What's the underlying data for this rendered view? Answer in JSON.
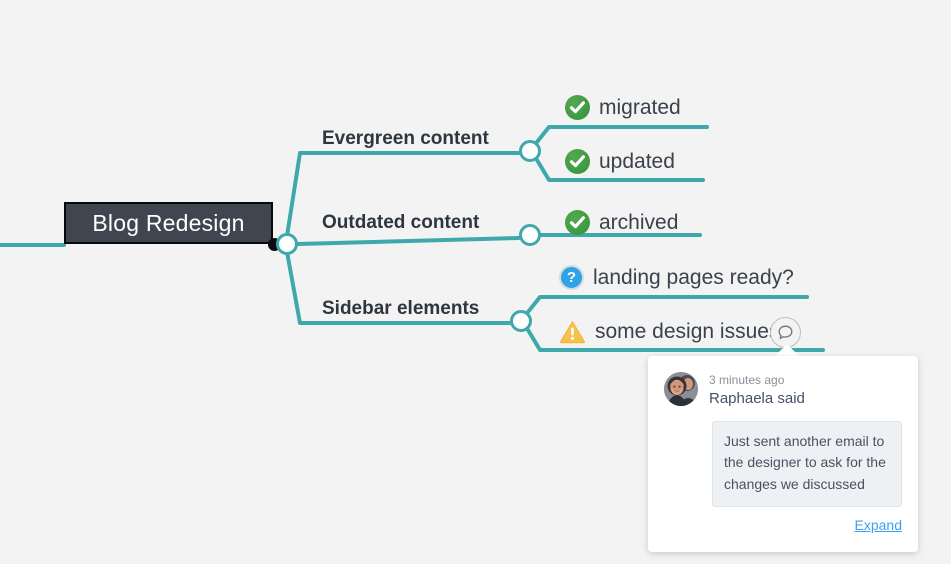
{
  "theme": {
    "canvas_bg": "#f2f3f2",
    "branch_color": "#3fa8ab",
    "root_bg": "#3f464f",
    "root_text": "#ffffff",
    "label_text": "#2f3640",
    "link_color": "#3d9ff0",
    "check_green": "#3c9a3f",
    "question_blue": "#2fa3e8",
    "warning_amber": "#f7c14b"
  },
  "mindmap": {
    "root": {
      "label": "Blog Redesign"
    },
    "branches": [
      {
        "label": "Evergreen content",
        "children": [
          {
            "label": "migrated",
            "icon": "check-circle-icon",
            "status": "done"
          },
          {
            "label": "updated",
            "icon": "check-circle-icon",
            "status": "done"
          }
        ]
      },
      {
        "label": "Outdated content",
        "children": [
          {
            "label": "archived",
            "icon": "check-circle-icon",
            "status": "done"
          }
        ]
      },
      {
        "label": "Sidebar elements",
        "children": [
          {
            "label": "landing pages ready?",
            "icon": "question-circle-icon",
            "status": "question"
          },
          {
            "label": "some design issues",
            "icon": "warning-triangle-icon",
            "status": "warning",
            "has_comment": true
          }
        ]
      }
    ]
  },
  "comment_popup": {
    "time": "3 minutes ago",
    "author": "Raphaela said",
    "body": "Just sent another email to the designer to ask for the changes we discussed",
    "expand_label": "Expand",
    "marker_icon": "comment-bubble-icon",
    "avatar_icon": "user-avatar-photo"
  }
}
